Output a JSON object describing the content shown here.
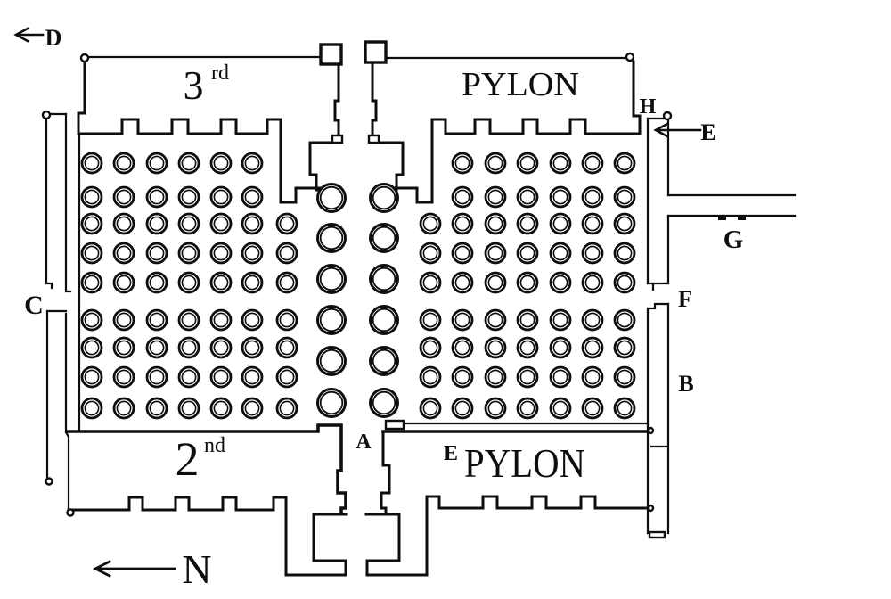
{
  "labels": {
    "d": "D",
    "c": "C",
    "a": "A",
    "b": "B",
    "e_top": "E",
    "e_bottom": "E",
    "f": "F",
    "g": "G",
    "h": "H",
    "north": "N",
    "pylon3_number": "3",
    "pylon3_suffix": "rd",
    "pylon3_name": "PYLON",
    "pylon2_number": "2",
    "pylon2_suffix": "nd",
    "pylon2_name": "PYLON"
  },
  "plan": {
    "colors": {
      "ink": "#0e0e0e",
      "paper": "#ffffff"
    },
    "small_columns": {
      "left_x": [
        103,
        139,
        176,
        212,
        248,
        283,
        322
      ],
      "right_x": [
        483,
        519,
        556,
        592,
        629,
        665,
        701
      ],
      "rows_y": [
        183,
        221,
        251,
        284,
        317,
        359,
        390,
        423,
        458
      ],
      "short_rows": [
        0,
        1
      ],
      "outer_r": 11,
      "inner_r": 7.6,
      "outer_stroke": 2.8,
      "inner_stroke": 1.6
    },
    "great_columns": {
      "x": [
        372,
        431
      ],
      "rows_y": [
        222,
        267,
        313,
        359,
        405,
        452
      ],
      "outer_r": 15.5,
      "inner_r": 12.3,
      "outer_stroke": 3,
      "inner_stroke": 1.8
    }
  }
}
